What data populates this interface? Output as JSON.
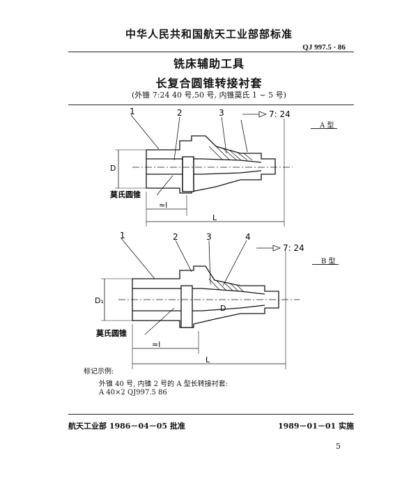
{
  "header": {
    "org_standard": "中华人民共和国航天工业部部标准",
    "std_number": "QJ 997.5 · 86"
  },
  "title": {
    "line1": "铣床辅助工具",
    "line2": "长复合圆锥转接衬套",
    "line3": "(外锥 7:24  40 号,50 号, 内锥莫氏  1 ~ 5 号)"
  },
  "figure_a": {
    "type_label": "A 型",
    "callouts": [
      "1",
      "2",
      "3"
    ],
    "taper_label": "7: 24",
    "dim_D": "D",
    "dim_l": "≈l",
    "dim_L": "L",
    "morse_label": "莫氏圆锥"
  },
  "figure_b": {
    "type_label": "B 型",
    "callouts": [
      "1",
      "2",
      "3",
      "4"
    ],
    "taper_label": "7: 24",
    "dim_D1": "D₁",
    "dim_D": "D",
    "dim_l": "≈l",
    "dim_L": "L",
    "morse_label": "莫氏圆锥"
  },
  "example": {
    "heading": "标记示例:",
    "description": "外锥 40 号, 内锥 2 号的 A 型长转接衬套:",
    "designation": "A 40×2   QJ997.5   86"
  },
  "footer": {
    "issued": "航天工业部 1986－04－05 批准",
    "effective": "1989－01－01 实施",
    "page": "5"
  }
}
